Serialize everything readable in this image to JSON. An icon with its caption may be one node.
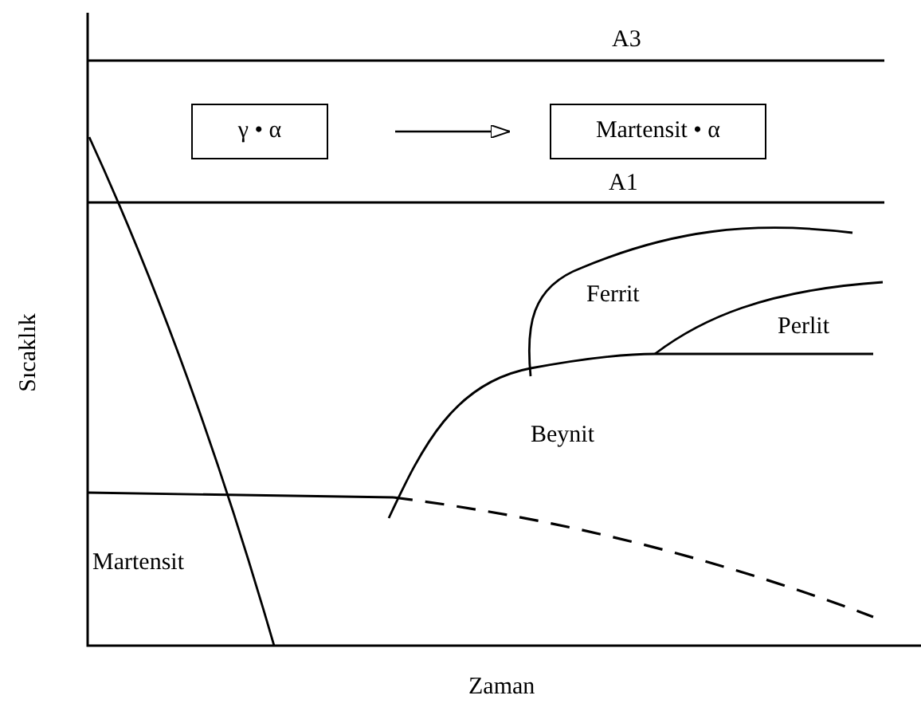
{
  "diagram": {
    "nodes": [
      {
        "text": [
          "γ • α"
        ]
      },
      {
        "text": [
          "Martensit • α"
        ]
      }
    ],
    "edges": [
      {
        "from": 0,
        "to": 1,
        "arrow": "to"
      }
    ],
    "labels": [
      "A3",
      "A1",
      "Ferrit",
      "Perlit",
      "Beynit",
      "Martensit",
      "Sıcaklık",
      "Zaman"
    ]
  }
}
